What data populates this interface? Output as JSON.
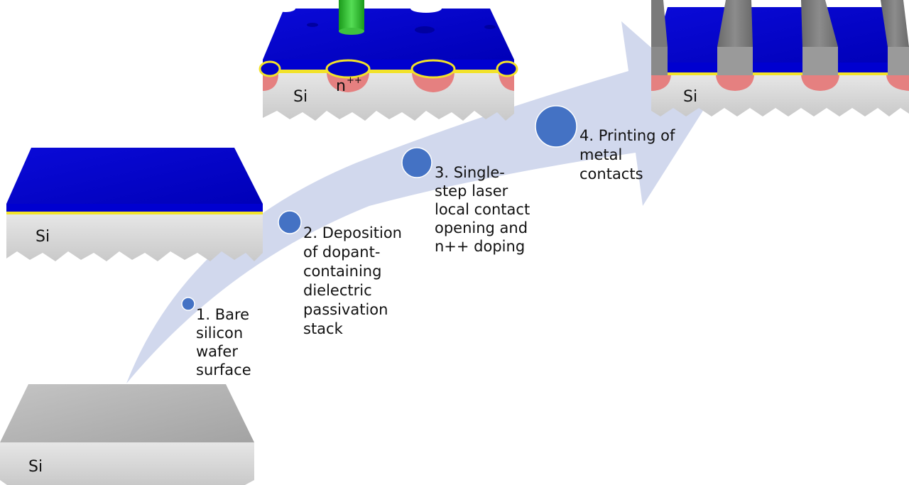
{
  "steps": [
    {
      "number": "1.",
      "lines": [
        "1. Bare",
        "silicon",
        "wafer",
        "surface"
      ]
    },
    {
      "number": "2.",
      "lines": [
        "2. Deposition",
        "of dopant-",
        "containing",
        "dielectric",
        "passivation",
        "stack"
      ]
    },
    {
      "number": "3.",
      "lines": [
        "3. Single-",
        "step laser",
        "local contact",
        "opening and",
        "n++ doping"
      ]
    },
    {
      "number": "4.",
      "lines": [
        "4. Printing of",
        "metal",
        "contacts"
      ]
    }
  ],
  "wafers": {
    "bare": {
      "label": "Si"
    },
    "passivated": {
      "label": "Si"
    },
    "laser": {
      "label": "Si",
      "doping_label": "n",
      "doping_sup": "++"
    },
    "metal": {
      "label": "Si"
    }
  },
  "colors": {
    "arrow": "#cdd5ec",
    "step_dot": "#4472c4",
    "dielectric": "#0000e0",
    "dopant_layer": "#f2e22a",
    "silicon": "#d9d9d9",
    "doped_region": "#e58080",
    "laser_beam": "#22bb22",
    "metal": "#808080"
  }
}
